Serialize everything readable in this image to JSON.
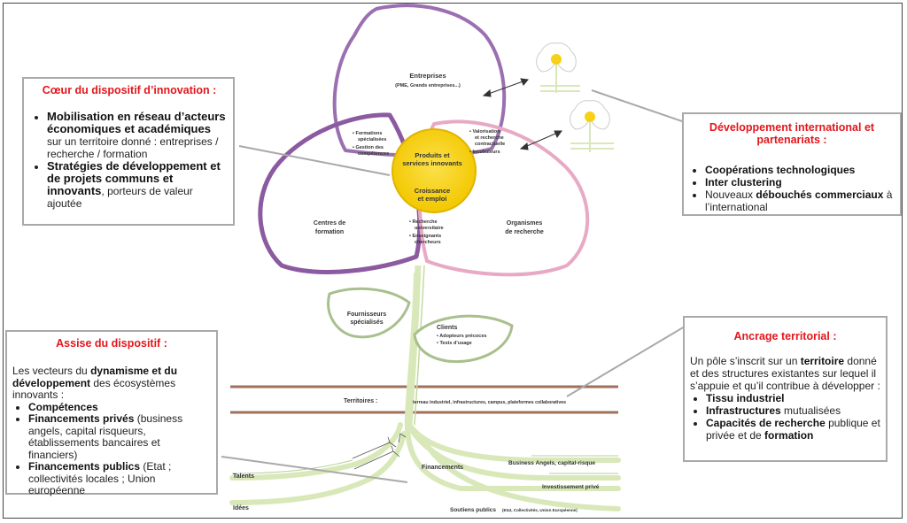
{
  "coeur": {
    "title": "Cœur du dispositif d’innovation :",
    "item1_bold": "Mobilisation en réseau d’acteurs économiques et académiques",
    "item1_rest": " sur un territoire donné : entreprises / recherche / formation",
    "item2_bold": "Stratégies de développement et de projets communs et innovants",
    "item2_rest": ", porteurs de valeur ajoutée"
  },
  "developpement": {
    "title": "Développement international et partenariats :",
    "item1": "Coopérations technologiques",
    "item2": "Inter clustering",
    "item3_pre": "Nouveaux ",
    "item3_bold": "débouchés commerciaux",
    "item3_post": " à l’international"
  },
  "assise": {
    "title": "Assise du dispositif :",
    "intro_pre": "Les vecteurs du ",
    "intro_bold": "dynamisme et du développement",
    "intro_post": " des écosystèmes innovants :",
    "item1": "Compétences",
    "item2_bold": "Financements privés",
    "item2_rest": " (business angels, capital risqueurs, établissements bancaires et financiers)",
    "item3_bold": "Financements publics",
    "item3_rest": " (Etat ; collectivités locales ; Union européenne"
  },
  "ancrage": {
    "title": "Ancrage territorial :",
    "intro_pre": "Un pôle s’inscrit sur un ",
    "intro_bold": "territoire",
    "intro_post": " donné et des structures existantes sur lequel il s’appuie et qu’il contribue à développer :",
    "item1": "Tissu industriel",
    "item2_bold": "Infrastructures",
    "item2_rest": " mutualisées",
    "item3_bold": "Capacités de recherche",
    "item3_mid": " publique et privée et de ",
    "item3_bold2": "formation"
  },
  "flower": {
    "entreprises": "Entreprises",
    "entreprises_sub": "(PME, Grands entreprises...)",
    "centres_line1": "Centres de",
    "centres_line2": "formation",
    "organismes_line1": "Organismes",
    "organismes_line2": "de recherche",
    "formations_line1": "• Formations",
    "formations_line2": "spécialisées",
    "formations_line3": "• Gestion des",
    "formations_line4": "compétences",
    "valorisation_line1": "• Valorisation",
    "valorisation_line2": "et recherche",
    "valorisation_line3": "contractuelle",
    "valorisation_line4": "• Incubateurs",
    "recherche_line1": "• Recherche",
    "recherche_line2": "universitaire",
    "recherche_line3": "• Enseignants",
    "recherche_line4": "chercheurs",
    "center_line1": "Produits et",
    "center_line2": "services innovants",
    "center_line3": "Croissance",
    "center_line4": "et emploi"
  },
  "stem": {
    "fournisseurs_line1": "Fournisseurs",
    "fournisseurs_line2": "spécialisés",
    "clients": "Clients",
    "clients_item1": "• Adopteurs précoces",
    "clients_item2": "• Tests d’usage",
    "territoires": "Territoires :",
    "territoires_desc": "terreau industriel, infrastructures, campus, plateformes collaboratives",
    "financements": "Financements",
    "business": "Business Angels, capital-risque",
    "investissement": "Investissement privé",
    "soutiens": "Soutiens publics",
    "soutiens_sub": "(Etat, Collectivités, Union Européenne)",
    "talents": "Talents",
    "idees": "Idées"
  },
  "colors": {
    "title_red": "#e3161b",
    "petal_purple": "#8b5aa0",
    "petal_pink": "#e8a9c4",
    "center_yellow": "#f7d117",
    "stem_green": "#d9e8b9",
    "leaf_green": "#a9bf8e",
    "soil_brown": "#a0705a"
  }
}
